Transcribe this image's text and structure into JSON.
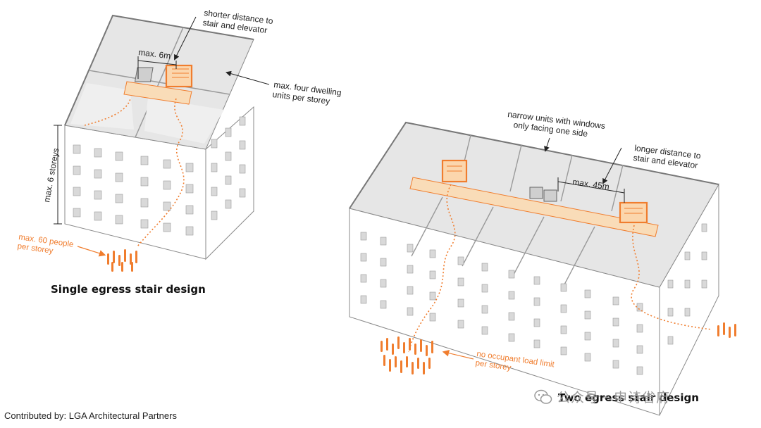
{
  "single": {
    "caption": "Single egress stair design",
    "shorter_distance": [
      "shorter distance to",
      "stair and elevator"
    ],
    "max_distance": "max. 6m",
    "four_units": [
      "max. four dwelling",
      "units per storey"
    ],
    "storeys": "max. 6 storeys",
    "people": [
      "max. 60 people",
      "per storey"
    ]
  },
  "double": {
    "caption": "Two egress stair design",
    "narrow_units": [
      "narrow units with windows",
      "only facing one side"
    ],
    "longer_distance": [
      "longer distance to",
      "stair and elevator"
    ],
    "max_distance": "max. 45m",
    "no_limit": [
      "no occupant load limit",
      "per storey"
    ]
  },
  "credit": "Contributed by: LGA Architectural Partners",
  "watermark": "公众号 · 申诗省府",
  "colors": {
    "accent": "#f07d2e",
    "line": "#8a8a8a",
    "floor": "#e3e3e3",
    "facade": "#ffffff"
  }
}
